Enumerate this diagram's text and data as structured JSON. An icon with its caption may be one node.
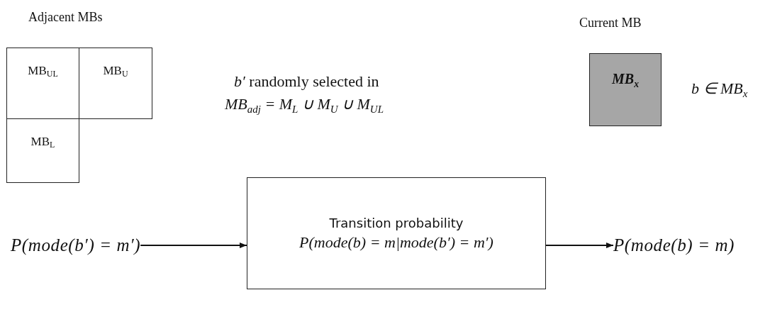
{
  "diagram": {
    "nodes": [
      {
        "text": [
          "MB$_{UL}$"
        ]
      },
      {
        "text": [
          "MB$_{U}$"
        ]
      },
      {
        "text": [
          "MB$_{L}$"
        ]
      },
      {
        "text": [
          "MB$_{x}$"
        ]
      },
      {
        "text": [
          "P(mode(b′) = m′)"
        ]
      },
      {
        "text": [
          "Transition probability",
          "P(mode(b) = m|mode(b′) = m′)"
        ]
      },
      {
        "text": [
          "P(mode(b) = m)"
        ]
      }
    ],
    "edges": [
      {
        "from": 4,
        "to": 5,
        "arrow": "to"
      },
      {
        "from": 5,
        "to": 6,
        "arrow": "to"
      }
    ],
    "labels": [
      "Adjacent MBs",
      "Current MB",
      "*b′* randomly selected in",
      "MB$_{adj}$ = M$_{L}$ ∪ M$_{U}$ ∪ M$_{UL}$",
      "b ∈ MB$_{x}$"
    ]
  }
}
